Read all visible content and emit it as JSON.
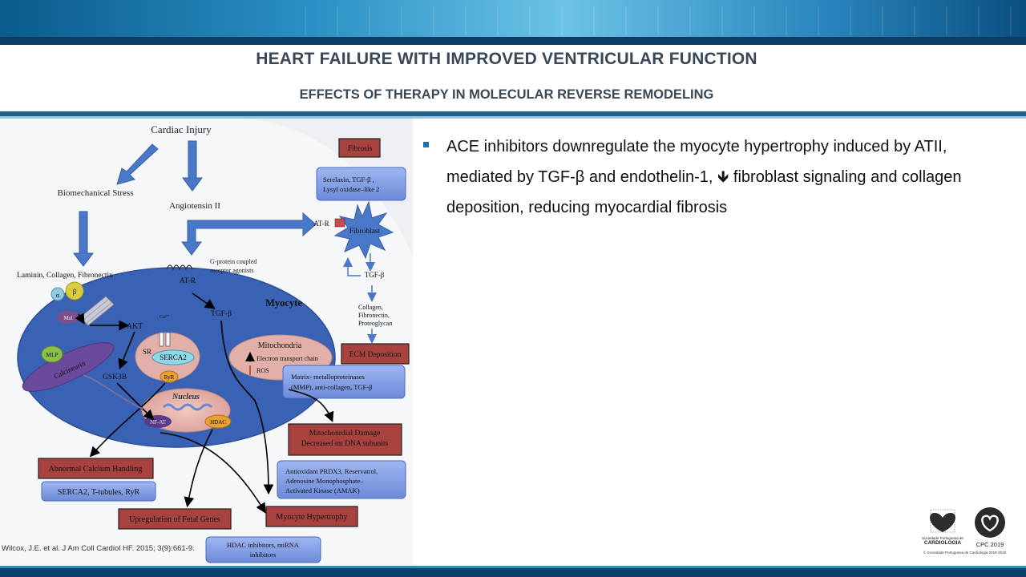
{
  "slide": {
    "title": "HEART FAILURE WITH IMPROVED VENTRICULAR FUNCTION",
    "subtitle": "EFFECTS OF THERAPY IN MOLECULAR REVERSE REMODELING",
    "citation": "Wilcox, J.E. et al. J Am Coll Cardiol HF. 2015; 3(9):661-9.",
    "bullet_text": "ACE inhibitors downregulate the myocyte hypertrophy induced by ATII, mediated by TGF-β and endothelin-1, 🡻 fibroblast signaling and collagen deposition, reducing myocardial fibrosis"
  },
  "diagram": {
    "cardiac_injury": "Cardiac Injury",
    "biomechanical_stress": "Biomechanical Stress",
    "angiotensin": "Angiotensin II",
    "laminin": "Laminin, Collagen, Fibronectin",
    "atr_membrane": "AT-R",
    "gprotein_line1": "G-protein coupled",
    "gprotein_line2": "receptor agonists",
    "myocyte": "Myocyte",
    "alpha": "α",
    "beta": "β",
    "mel": "Mel",
    "akt": "AKT",
    "mlp": "MLP",
    "calcineurin": "Calcineurin",
    "gsk3b": "GSK3B",
    "ca": "Ca²⁺",
    "sr": "SR",
    "serca2": "SERCA2",
    "ryr": "RyR",
    "tgfb_cell": "TGF-β",
    "mitochondria": "Mitochondria",
    "electron_transport": "Electron transport chain",
    "ros": "ROS",
    "nucleus": "Nucleus",
    "nfat": "NF-AT",
    "hdac": "HDAC",
    "fibrosis": "Fibrosis",
    "serelaxin_line1": "Serelaxin, TGF-β ,",
    "serelaxin_line2": "Lysyl oxidase–like 2",
    "atr_fibro": "AT-R",
    "fibroblast": "Fibroblast",
    "tgfb_fibro": "TGF-β",
    "collagen_line1": "Collagen,",
    "collagen_line2": "Fibronectin,",
    "collagen_line3": "Proteoglycan",
    "ecm_deposition": "ECM Deposition",
    "mmp_line1": "Matrix-  metalloproteinases",
    "mmp_line2": "(MMP), anti-collagen, TGF-β",
    "mito_damage_line1": "Mitochonrdial Damage",
    "mito_damage_line2": "Decreased mt DNA subunits",
    "antioxidant_line1": "Antioxidant PRDX3, Reservatrol,",
    "antioxidant_line2": "Adenosine Monophosphate–",
    "antioxidant_line3": "Activated Kinase (AMAK)",
    "abnormal_calcium": "Abnormal Calcium Handling",
    "serca_ttubules": "SERCA2, T-tubules, RyR",
    "fetal_genes": "Upregulation of Fetal Genes",
    "myocyte_hypertrophy": "Myocyte Hypertrophy",
    "hdac_line1": "HDAC inhibitors, miRNA",
    "hdac_line2": "inhibitors"
  },
  "logos": {
    "spc_line1": "Sociedade Portuguesa de",
    "spc_line2": "CARDIOLOGIA",
    "cpc": "CPC 2019",
    "copyright": "© Sociedade Portuguesa de Cardiologia 2018-2019"
  },
  "colors": {
    "header_blue": "#1e5f8e",
    "cell_blue": "#3a62b4",
    "red_box": "#a8423f",
    "therapy_box": "#7d9ae0",
    "accent_bullet": "#1f6fb2"
  }
}
